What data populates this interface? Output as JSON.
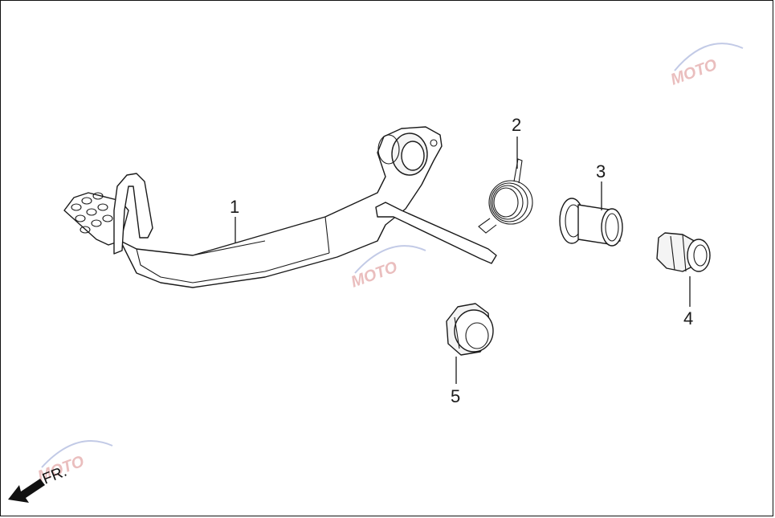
{
  "diagram": {
    "callouts": [
      {
        "id": "1",
        "label": "1"
      },
      {
        "id": "2",
        "label": "2"
      },
      {
        "id": "3",
        "label": "3"
      },
      {
        "id": "4",
        "label": "4"
      },
      {
        "id": "5",
        "label": "5"
      }
    ],
    "direction_label": "FR.",
    "watermark": {
      "text": "MOTO"
    }
  },
  "colors": {
    "line": "#1a1a1a",
    "background": "#ffffff",
    "watermark_red": "#d98a8a",
    "watermark_blue": "#9aa6d6"
  }
}
